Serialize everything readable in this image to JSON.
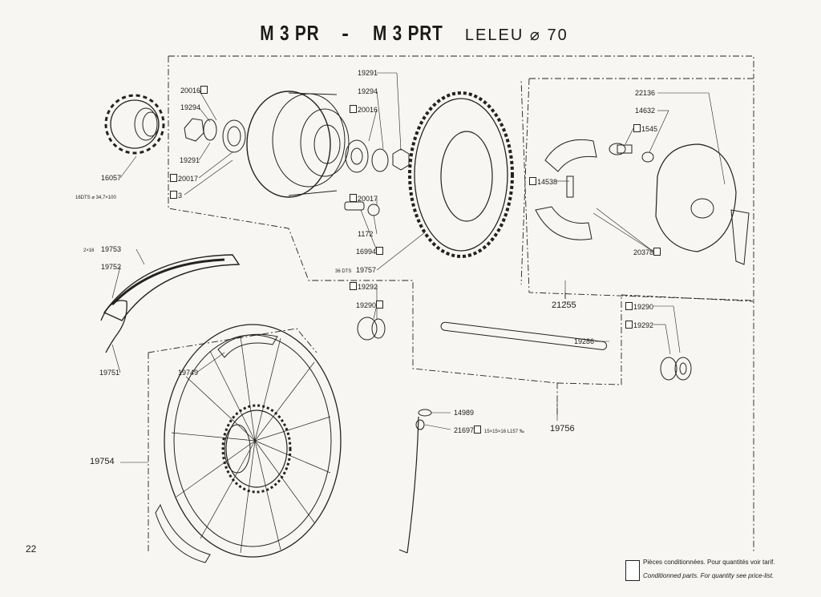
{
  "title": {
    "part1": "M 3 PR",
    "dash": "-",
    "part2": "M 3 PRT",
    "sub": "LELEU ⌀ 70"
  },
  "page_number": "22",
  "legend": {
    "fr": "Pièces conditionnées. Pour quantités voir tarif.",
    "en": "Conditionned parts. For quantity see price-list."
  },
  "labels": {
    "l20016a": "20016",
    "l19294a": "19294",
    "l19291a": "19291",
    "l20017a": "20017",
    "l3": "3",
    "l16057": "16057",
    "l16dts": "16DTS  ⌀ 34,7×100",
    "l19291b": "19291",
    "l19294b": "19294",
    "l20016b": "20016",
    "l20017b": "20017",
    "l1172": "1172",
    "l16994": "16994",
    "l19757": "19757",
    "l36dts": "36 DTS",
    "l19292a": "19292",
    "l19290a": "19290",
    "l2x16": "2×16",
    "l19753": "19753",
    "l19752": "19752",
    "l19751": "19751",
    "l19749": "19749",
    "l19754": "19754",
    "l22136": "22136",
    "l14632": "14632",
    "l1545": "1545",
    "l14538": "14538",
    "l20378": "20378",
    "l21255": "21255",
    "l19290b": "19290",
    "l19292b": "19292",
    "l19286": "19286",
    "l19756": "19756",
    "l14989": "14989",
    "l21697": "21697",
    "l21697dim": "15×15×16 L157 ‰"
  },
  "icons": {
    "conditioned_part": "package-icon"
  }
}
